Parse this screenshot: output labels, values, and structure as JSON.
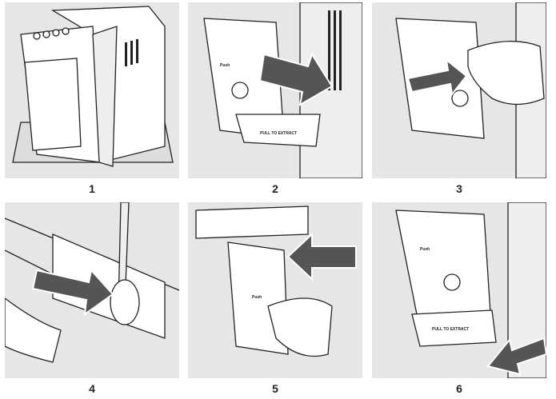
{
  "steps": [
    {
      "number": "1"
    },
    {
      "number": "2",
      "push_label": "Push",
      "tray_label": "PULL TO EXTRACT"
    },
    {
      "number": "3"
    },
    {
      "number": "4"
    },
    {
      "number": "5",
      "push_label": "Push"
    },
    {
      "number": "6",
      "push_label": "Push",
      "tray_label": "PULL TO EXTRACT"
    }
  ],
  "colors": {
    "panel_bg": "#e6e6e6",
    "arrow": "#555555",
    "line": "#222222"
  }
}
